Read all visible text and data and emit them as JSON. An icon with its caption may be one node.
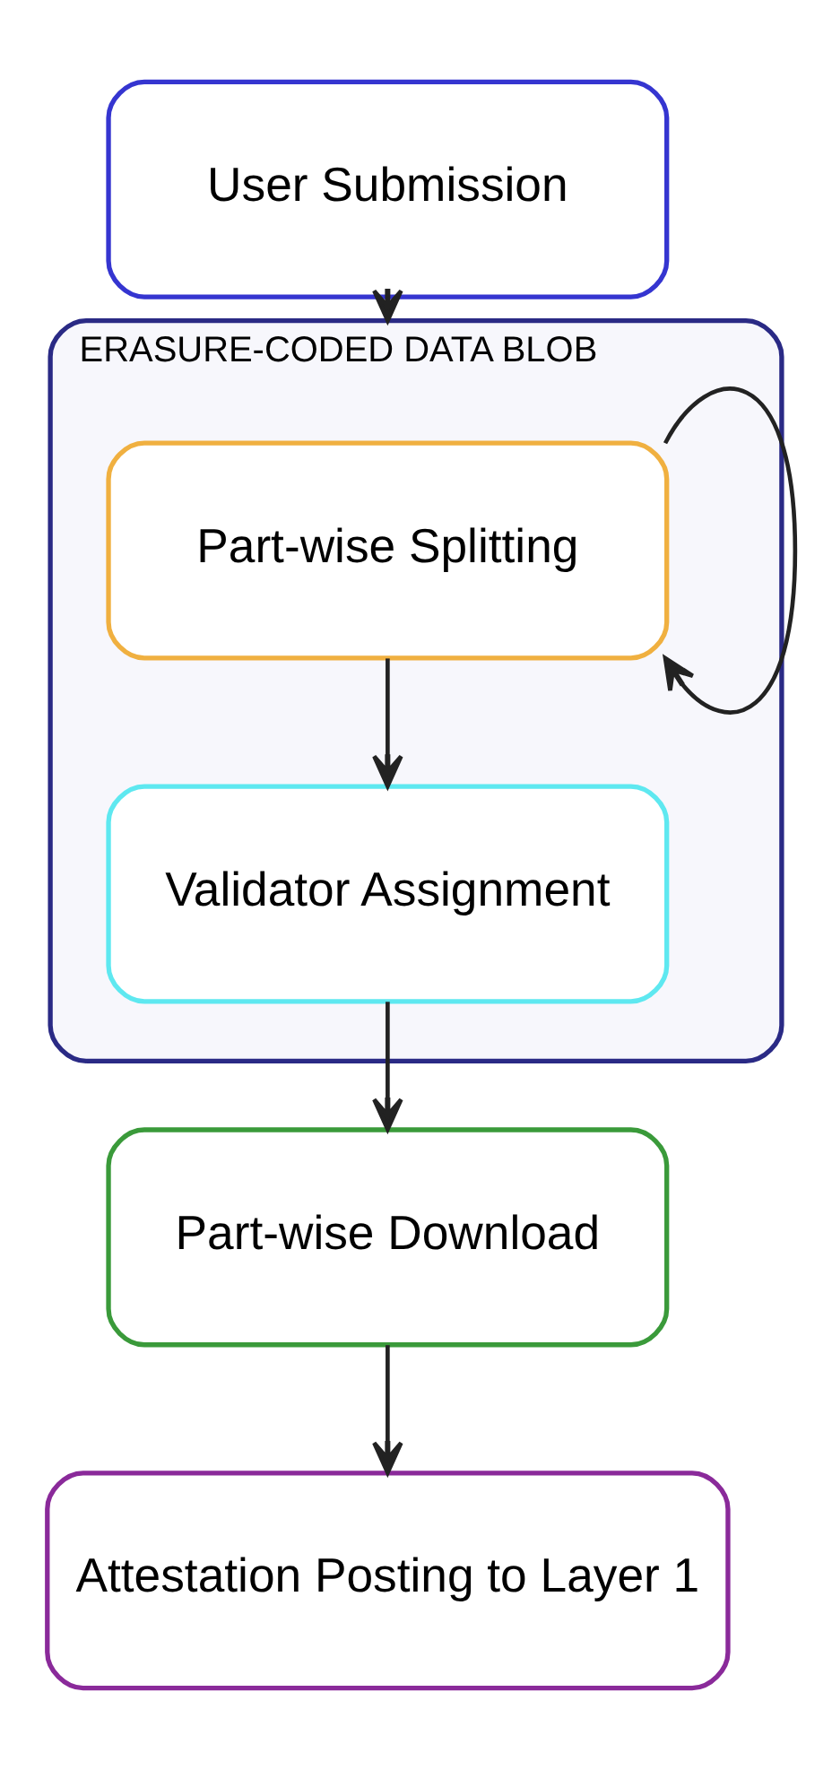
{
  "diagram": {
    "nodes": [
      {
        "text": [
          "User Submission"
        ]
      },
      {
        "text": [
          "ERASURE-CODED DATA BLOB"
        ]
      },
      {
        "text": [
          "Part-wise Splitting"
        ],
        "in": 1
      },
      {
        "text": [
          "Validator Assignment"
        ],
        "in": 1
      },
      {
        "text": [
          "Part-wise Download"
        ]
      },
      {
        "text": [
          "Attestation Posting to Layer 1"
        ]
      }
    ],
    "edges": [
      {
        "from": 0,
        "to": 1,
        "arrow": "to"
      },
      {
        "from": 2,
        "to": 2,
        "arrow": "to"
      },
      {
        "from": 2,
        "to": 3,
        "arrow": "to"
      },
      {
        "from": 3,
        "to": 4,
        "arrow": "to"
      },
      {
        "from": 4,
        "to": 5,
        "arrow": "to"
      }
    ]
  }
}
